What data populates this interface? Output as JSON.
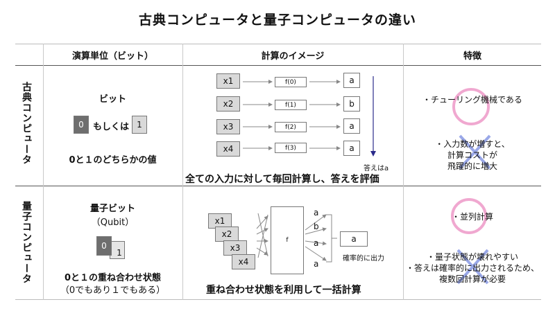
{
  "title": "古典コンピュータと量子コンピュータの違い",
  "headers": {
    "col1": "演算単位（ビット）",
    "col2": "計算のイメージ",
    "col3": "特徴"
  },
  "classical": {
    "row_label": "古典コンピュータ",
    "unit_title": "ビット",
    "bit0": "0",
    "or_text": "もしくは",
    "bit1": "1",
    "value_text": "0と１のどちらかの値",
    "inputs": [
      "x1",
      "x2",
      "x3",
      "x4"
    ],
    "funcs": [
      "f(0)",
      "f(1)",
      "f(2)",
      "f(3)"
    ],
    "outputs": [
      "a",
      "b",
      "a",
      "a"
    ],
    "answer_note": "答えはa",
    "caption": "全ての入力に対して毎回計算し、答えを評価",
    "feature1": "・チューリング機械である",
    "feature2_l1": "・入力数が増すと、",
    "feature2_l2": "計算コストが",
    "feature2_l3": "飛躍的に増大"
  },
  "quantum": {
    "row_label": "量子コンピュータ",
    "unit_title": "量子ビット",
    "unit_sub": "（Qubit）",
    "qbit0": "0",
    "qbit1": "1",
    "value_text": "0と１の重ね合わせ状態",
    "value_sub": "（0でもあり１でもある）",
    "inputs": [
      "x1",
      "x2",
      "x3",
      "x4"
    ],
    "func": "f",
    "outputs": [
      "a",
      "b",
      "a",
      "a"
    ],
    "result": "a",
    "prob_note": "確率的に出力",
    "caption": "重ね合わせ状態を利用して一括計算",
    "feature1": "・並列計算",
    "feature2_l1": "・量子状態が壊れやすい",
    "feature2_l2": "・答えは確率的に出力されるため、",
    "feature2_l3": "複数回計算が必要"
  },
  "colors": {
    "circle": "#f0a8d0",
    "cross": "#9aa8e8",
    "arrow_down": "#2a2a8a",
    "dark_bit": "#6e6e6e",
    "light_bit": "#d9d9d9"
  }
}
